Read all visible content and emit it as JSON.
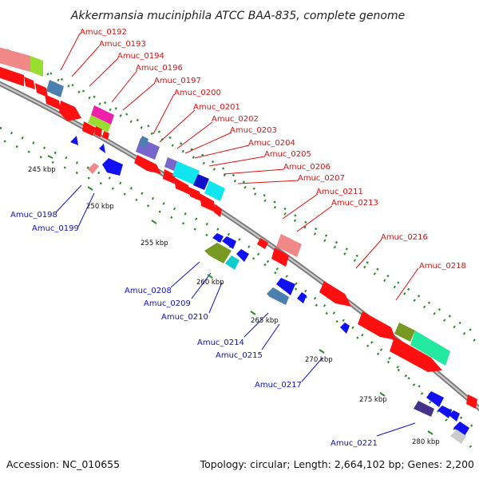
{
  "title": "Akkermansia muciniphila ATCC BAA-835, complete genome",
  "accession": "Accession: NC_010655",
  "topology": "Topology: circular; Length: 2,664,102 bp; Genes: 2,200",
  "ticks": [
    "245 kbp",
    "250 kbp",
    "255 kbp",
    "260 kbp",
    "265 kbp",
    "270 kbp",
    "275 kbp",
    "280 kbp"
  ],
  "labels_top": [
    "Amuc_0192",
    "Amuc_0193",
    "Amuc_0194",
    "Amuc_0196",
    "Amuc_0197",
    "Amuc_0200",
    "Amuc_0201",
    "Amuc_0202",
    "Amuc_0203",
    "Amuc_0204",
    "Amuc_0205",
    "Amuc_0206",
    "Amuc_0207",
    "Amuc_0211",
    "Amuc_0213",
    "Amuc_0216",
    "Amuc_0218"
  ],
  "labels_bottom": [
    "Amuc_0198",
    "Amuc_0199",
    "Amuc_0208",
    "Amuc_0209",
    "Amuc_0210",
    "Amuc_0214",
    "Amuc_0215",
    "Amuc_0217",
    "Amuc_0221"
  ],
  "colors": {
    "red": "#ff1010",
    "blue": "#1010f0",
    "pink": "#f08888",
    "lime": "#99dd33",
    "steel": "#4a7fb0",
    "purple": "#7766cc",
    "cyan": "#11e6ee",
    "olive": "#779922",
    "teal": "#11cccc",
    "seagreen": "#22e8a0",
    "darkpurple": "#443388",
    "grey": "#cccccc",
    "backbone": "#909090",
    "dots": "#2e8b2e"
  }
}
